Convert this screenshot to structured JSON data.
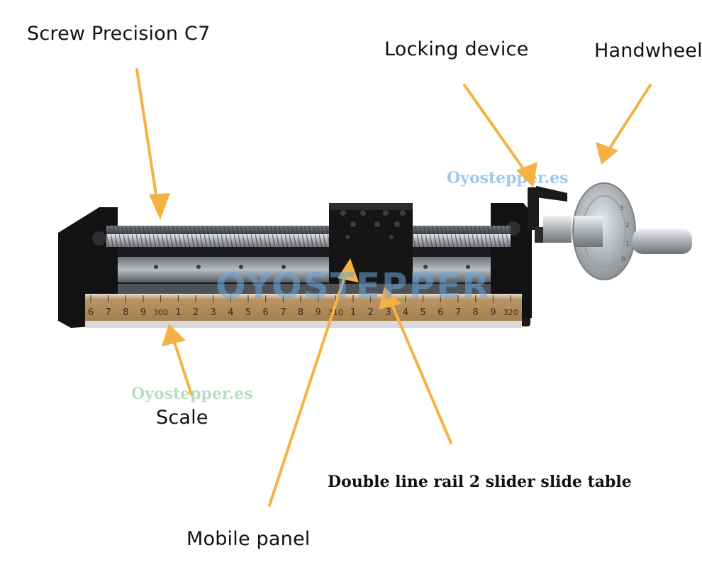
{
  "labels": {
    "screw": "Screw Precision C7",
    "locking": "Locking device",
    "handwheel": "Handwheel",
    "scale": "Scale",
    "rail": "Double line rail 2 slider slide table",
    "panel": "Mobile panel"
  },
  "watermarks": {
    "top": "Oyostepper.es",
    "left": "Oyostepper.es",
    "center": "OYOSTEPPER"
  },
  "scale_ticks": [
    "6",
    "7",
    "8",
    "9",
    "300",
    "1",
    "2",
    "3",
    "4",
    "5",
    "6",
    "7",
    "8",
    "9",
    "310",
    "1",
    "2",
    "3",
    "4",
    "5",
    "6",
    "7",
    "8",
    "9",
    "320"
  ],
  "colors": {
    "arrow": "#f6b144",
    "body": "#1a1a1a",
    "rail": "#9aa0a6",
    "scale": "#c9a46b",
    "metal": "#c0c4c8"
  }
}
